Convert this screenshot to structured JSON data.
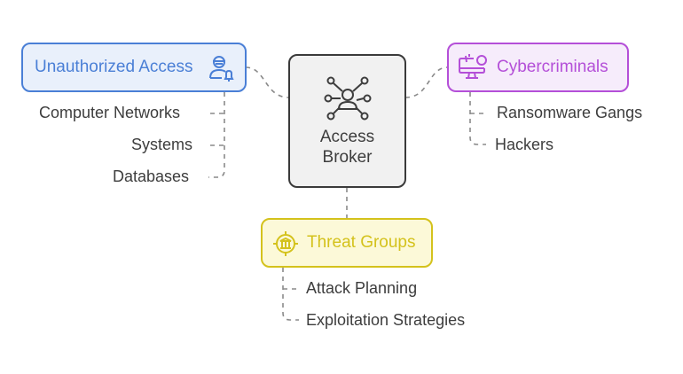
{
  "center": {
    "label_line1": "Access",
    "label_line2": "Broker",
    "icon": "network-user-icon"
  },
  "branches": {
    "unauthorized_access": {
      "label": "Unauthorized Access",
      "icon": "hacker-user-icon",
      "color": "#4a7fd6",
      "fill": "#e9f0fb",
      "items": [
        "Computer Networks",
        "Systems",
        "Databases"
      ]
    },
    "cybercriminals": {
      "label": "Cybercriminals",
      "icon": "monitor-bug-icon",
      "color": "#b44fd8",
      "fill": "#f6ecfb",
      "items": [
        "Ransomware Gangs",
        "Hackers"
      ]
    },
    "threat_groups": {
      "label": "Threat Groups",
      "icon": "target-building-icon",
      "color": "#d4c21c",
      "fill": "#fcf9d8",
      "items": [
        "Attack Planning",
        "Exploitation Strategies"
      ]
    }
  },
  "colors": {
    "center_border": "#3a3a3a",
    "center_fill": "#f1f1f1",
    "connector": "#8a8a8a",
    "leaf_text": "#3d3d3d"
  }
}
